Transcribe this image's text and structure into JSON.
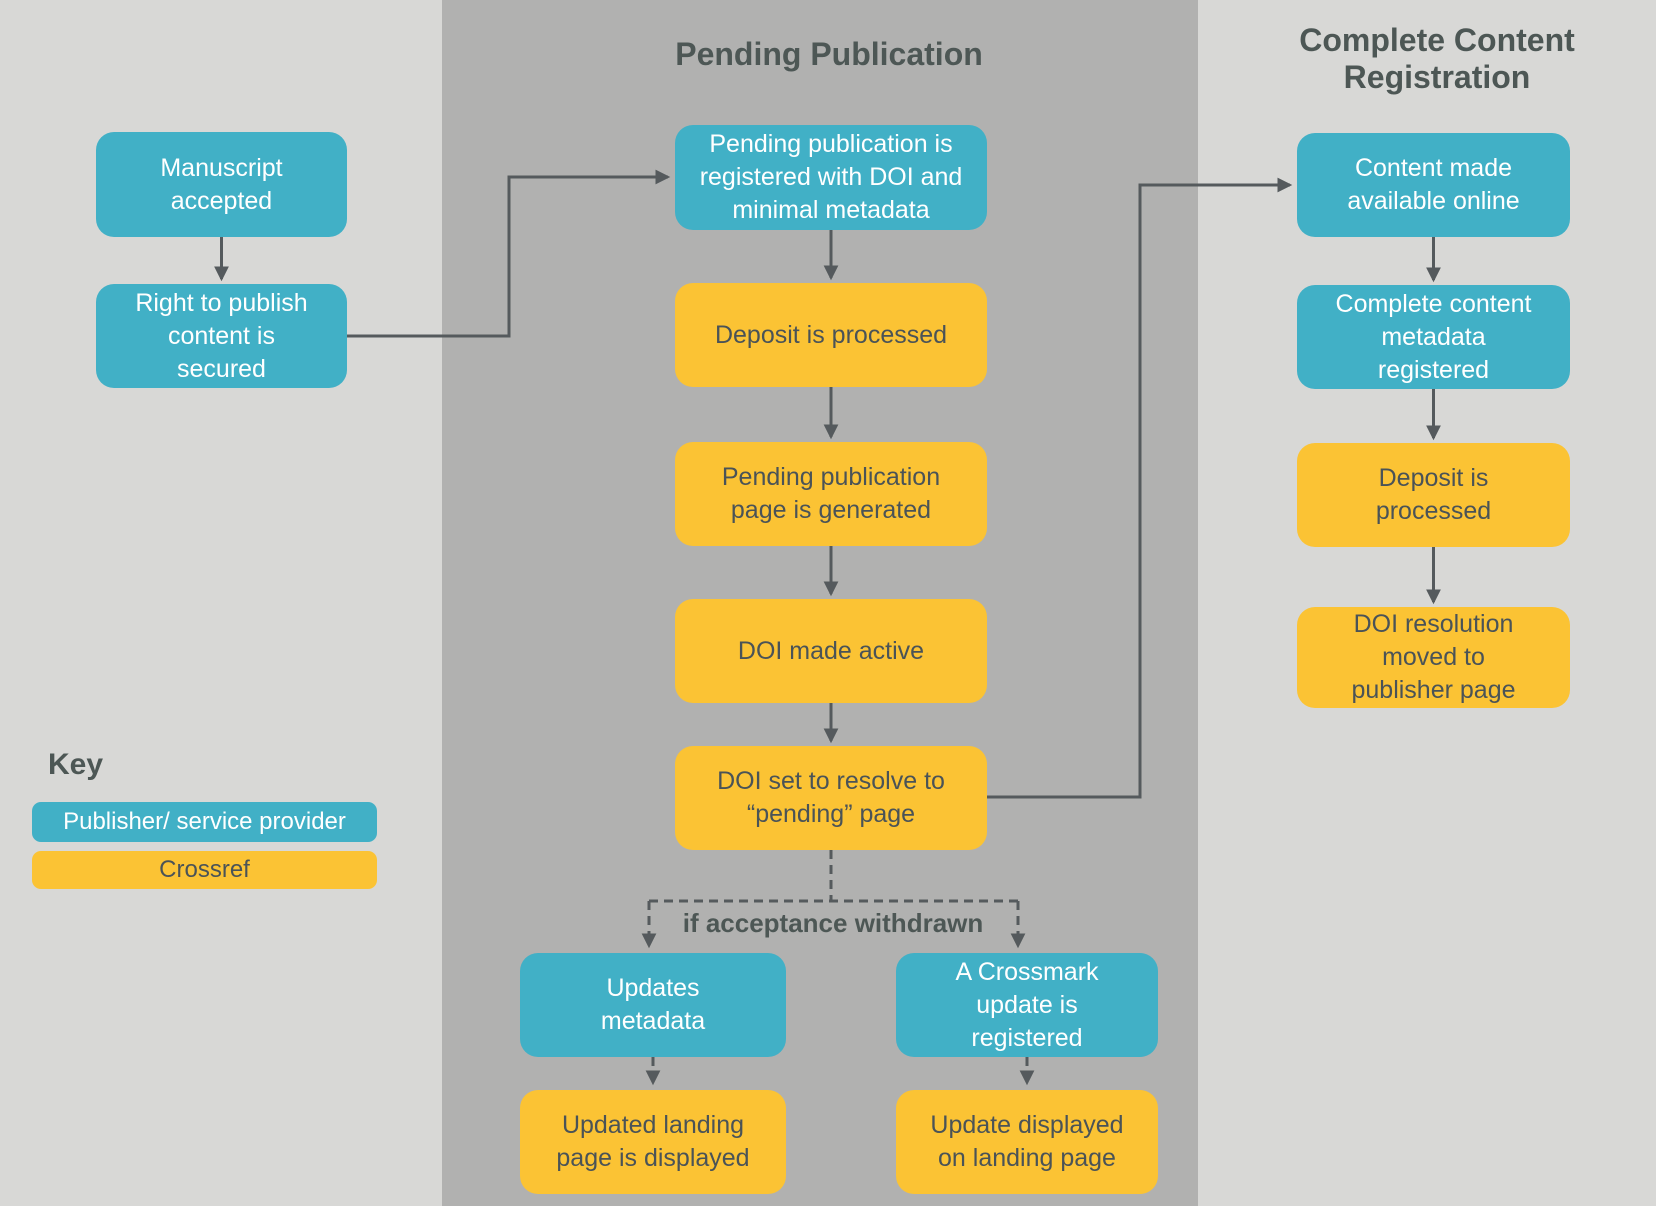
{
  "page": {
    "background_color": "#d8d8d6",
    "band_background_color": "#b1b1b0",
    "line_color": "#555a5d"
  },
  "colors": {
    "publisher": "#41b0c6",
    "crossref": "#fbc334",
    "dark_text": "#4a5357",
    "title_text": "#4d5755",
    "white_text": "#ffffff"
  },
  "columns": {
    "pending": {
      "title": "Pending Publication"
    },
    "complete": {
      "title": "Complete Content\nRegistration"
    }
  },
  "key": {
    "title": "Key",
    "publisher_label": "Publisher/ service provider",
    "crossref_label": "Crossref"
  },
  "branch_label": "if acceptance withdrawn",
  "nodes": {
    "manuscript_accepted": {
      "label": "Manuscript\naccepted",
      "type": "publisher"
    },
    "right_to_publish": {
      "label": "Right to publish\ncontent is\nsecured",
      "type": "publisher"
    },
    "pending_registered": {
      "label": "Pending publication is\nregistered with DOI and\nminimal metadata",
      "type": "publisher"
    },
    "deposit_processed_pending": {
      "label": "Deposit is processed",
      "type": "crossref"
    },
    "pending_page_generated": {
      "label": "Pending publication\npage is generated",
      "type": "crossref"
    },
    "doi_made_active": {
      "label": "DOI made active",
      "type": "crossref"
    },
    "doi_set_resolve": {
      "label": "DOI set to resolve to\n“pending” page",
      "type": "crossref"
    },
    "updates_metadata": {
      "label": "Updates\nmetadata",
      "type": "publisher"
    },
    "crossmark_update": {
      "label": "A Crossmark\nupdate is\nregistered",
      "type": "publisher"
    },
    "updated_landing": {
      "label": "Updated landing\npage is displayed",
      "type": "crossref"
    },
    "update_displayed": {
      "label": "Update displayed\non landing page",
      "type": "crossref"
    },
    "content_available": {
      "label": "Content made\navailable online",
      "type": "publisher"
    },
    "complete_metadata": {
      "label": "Complete content\nmetadata\nregistered",
      "type": "publisher"
    },
    "deposit_processed_complete": {
      "label": "Deposit is\nprocessed",
      "type": "crossref"
    },
    "doi_resolution_moved": {
      "label": "DOI resolution\nmoved to\npublisher page",
      "type": "crossref"
    }
  },
  "edges": [
    {
      "from": "manuscript_accepted",
      "to": "right_to_publish",
      "style": "solid"
    },
    {
      "from": "right_to_publish",
      "to": "pending_registered",
      "style": "solid"
    },
    {
      "from": "pending_registered",
      "to": "deposit_processed_pending",
      "style": "solid"
    },
    {
      "from": "deposit_processed_pending",
      "to": "pending_page_generated",
      "style": "solid"
    },
    {
      "from": "pending_page_generated",
      "to": "doi_made_active",
      "style": "solid"
    },
    {
      "from": "doi_made_active",
      "to": "doi_set_resolve",
      "style": "solid"
    },
    {
      "from": "doi_set_resolve",
      "to": "content_available",
      "style": "solid"
    },
    {
      "from": "doi_set_resolve",
      "to": "updates_metadata",
      "style": "dashed",
      "label": "if acceptance withdrawn"
    },
    {
      "from": "doi_set_resolve",
      "to": "crossmark_update",
      "style": "dashed",
      "label": "if acceptance withdrawn"
    },
    {
      "from": "updates_metadata",
      "to": "updated_landing",
      "style": "dashed"
    },
    {
      "from": "crossmark_update",
      "to": "update_displayed",
      "style": "dashed"
    },
    {
      "from": "content_available",
      "to": "complete_metadata",
      "style": "solid"
    },
    {
      "from": "complete_metadata",
      "to": "deposit_processed_complete",
      "style": "solid"
    },
    {
      "from": "deposit_processed_complete",
      "to": "doi_resolution_moved",
      "style": "solid"
    }
  ]
}
